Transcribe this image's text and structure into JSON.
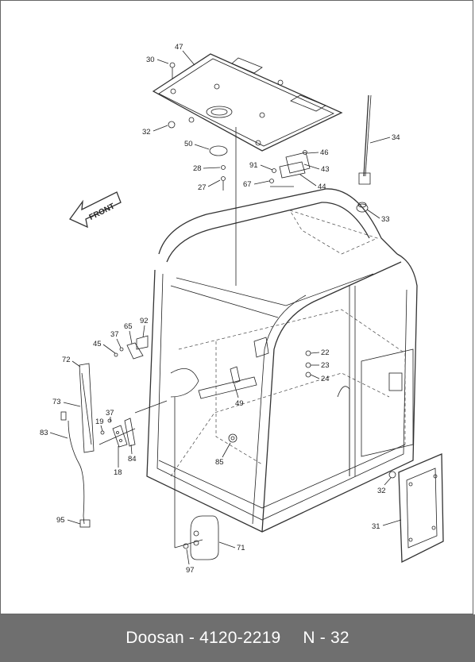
{
  "diagram": {
    "front_arrow_label": "FRONT",
    "part_numbers": [
      "47",
      "30",
      "32",
      "50",
      "28",
      "27",
      "46",
      "91",
      "43",
      "67",
      "44",
      "34",
      "33",
      "92",
      "65",
      "37",
      "45",
      "72",
      "73",
      "37",
      "19",
      "83",
      "18",
      "84",
      "22",
      "23",
      "24",
      "49",
      "85",
      "32",
      "31",
      "95",
      "71",
      "97"
    ]
  },
  "footer": {
    "brand_part": "Doosan - 4120-2219",
    "page_ref": "N - 32"
  }
}
